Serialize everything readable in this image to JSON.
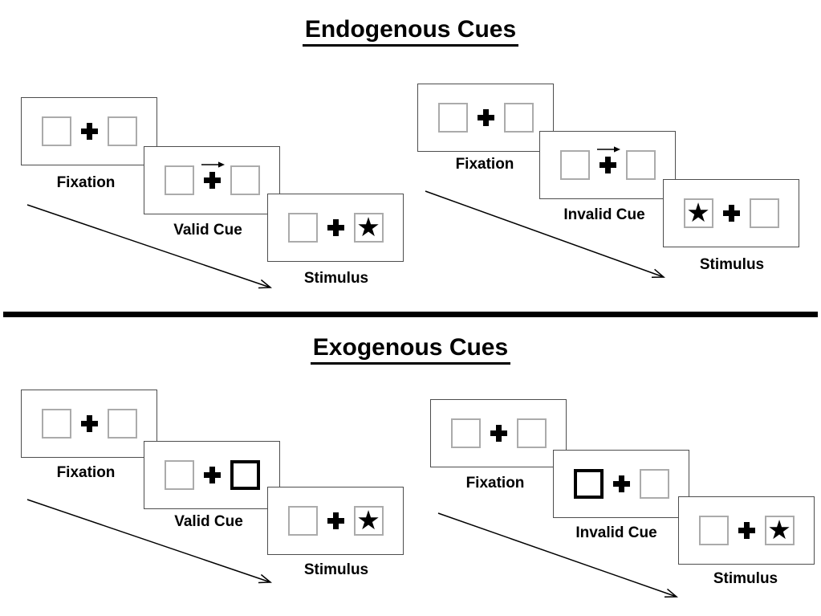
{
  "page": {
    "background": "#ffffff"
  },
  "colors": {
    "ink": "#000000",
    "panel_border": "#4d4d4d",
    "placeholder_box_border": "#ababab",
    "cue_box_border": "#000000",
    "divider": "#000000"
  },
  "glyphs": {
    "star": "★"
  },
  "sections": [
    {
      "title": "Endogenous Cues",
      "cue_style": "central-arrow",
      "sequences": [
        {
          "name": "endogenous-valid",
          "panels": [
            {
              "type": "fixation",
              "label": "Fixation"
            },
            {
              "type": "cue",
              "label": "Valid Cue",
              "cue": "arrow-right"
            },
            {
              "type": "stimulus",
              "label": "Stimulus",
              "star_side": "right"
            }
          ]
        },
        {
          "name": "endogenous-invalid",
          "panels": [
            {
              "type": "fixation",
              "label": "Fixation"
            },
            {
              "type": "cue",
              "label": "Invalid Cue",
              "cue": "arrow-right"
            },
            {
              "type": "stimulus",
              "label": "Stimulus",
              "star_side": "left"
            }
          ]
        }
      ]
    },
    {
      "title": "Exogenous Cues",
      "cue_style": "thickened-box",
      "sequences": [
        {
          "name": "exogenous-valid",
          "panels": [
            {
              "type": "fixation",
              "label": "Fixation"
            },
            {
              "type": "cue",
              "label": "Valid Cue",
              "cue": "thick-box-right"
            },
            {
              "type": "stimulus",
              "label": "Stimulus",
              "star_side": "right"
            }
          ]
        },
        {
          "name": "exogenous-invalid",
          "panels": [
            {
              "type": "fixation",
              "label": "Fixation"
            },
            {
              "type": "cue",
              "label": "Invalid Cue",
              "cue": "thick-box-left"
            },
            {
              "type": "stimulus",
              "label": "Stimulus",
              "star_side": "right"
            }
          ]
        }
      ]
    }
  ]
}
